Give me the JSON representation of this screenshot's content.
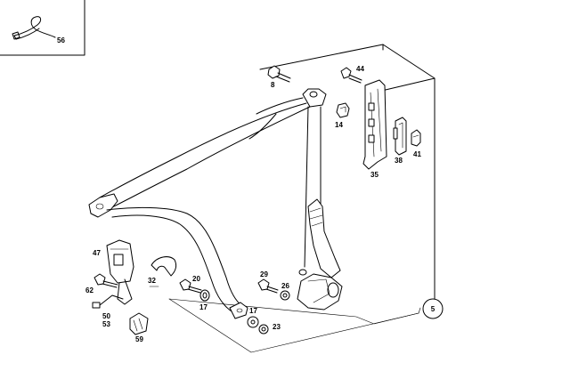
{
  "callouts": {
    "c56": "56",
    "c8": "8",
    "c44": "44",
    "c14": "14",
    "c38": "38",
    "c41": "41",
    "c35": "35",
    "c47": "47",
    "c32": "32",
    "c20": "20",
    "c62": "62",
    "c17a": "17",
    "c29": "29",
    "c26": "26",
    "c50": "50",
    "c53": "53",
    "c17b": "17",
    "c23": "23",
    "c59": "59",
    "c5": "5"
  }
}
